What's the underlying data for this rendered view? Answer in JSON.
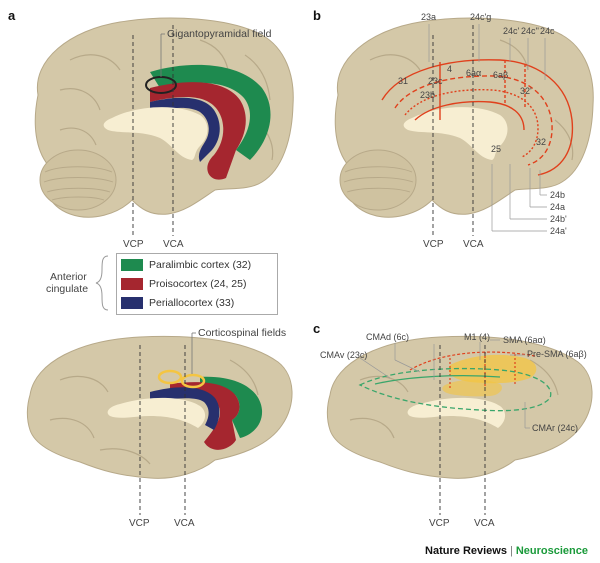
{
  "panels": {
    "a": "a",
    "b": "b",
    "c": "c"
  },
  "colors": {
    "paralimbic": "#1e8a4f",
    "proisocortex": "#a5262f",
    "periallocortex": "#27306e",
    "brain": "#d4c8a8",
    "brain_dark": "#b7a989",
    "white_matter": "#f7eed2",
    "red_line": "#e0401c",
    "yellow": "#f4c542",
    "green_line": "#3aa66b"
  },
  "labels_a": {
    "gigantopyramidal": "Gigantopyramidal field",
    "corticospinal": "Corticospinal fields",
    "vcp_top": "VCP",
    "vca_top": "VCA",
    "vcp_bottom": "VCP",
    "vca_bottom": "VCA"
  },
  "legend": {
    "group_label_1": "Anterior",
    "group_label_2": "cingulate",
    "items": [
      {
        "label": "Paralimbic cortex (32)"
      },
      {
        "label": "Proisocortex (24, 25)"
      },
      {
        "label": "Periallocortex (33)"
      }
    ]
  },
  "labels_b": {
    "top": [
      "23a",
      "24c'g",
      "24c'",
      "24c''",
      "24c"
    ],
    "inner": [
      "4",
      "6aα",
      "6aβ",
      "31",
      "23c",
      "23b",
      "32'",
      "25",
      "32"
    ],
    "right": [
      "24b",
      "24a",
      "24b'",
      "24a'"
    ],
    "vcp": "VCP",
    "vca": "VCA"
  },
  "labels_c": {
    "cmadl": "CMAd (6c)",
    "m1": "M1 (4)",
    "sma": "SMA (6aα)",
    "cmav": "CMAv (23c)",
    "presma": "Pre-SMA (6aβ)",
    "cmar": "CMAr (24c)",
    "vcp": "VCP",
    "vca": "VCA"
  },
  "footer": {
    "publisher": "Nature Reviews",
    "journal": "Neuroscience"
  }
}
